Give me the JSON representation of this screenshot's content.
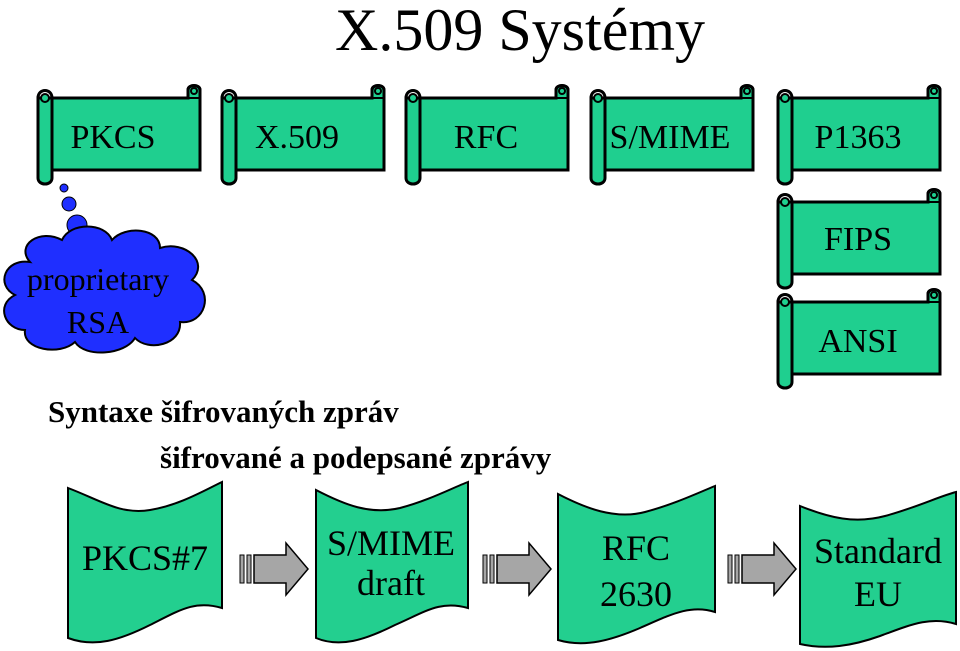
{
  "title": "X.509 Systémy",
  "colors": {
    "scroll_fill": "#1fcf8f",
    "wave_fill": "#23cf8f",
    "cloud_fill": "#1f2fff",
    "arrow_fill": "#a6a6a6",
    "stroke": "#000000"
  },
  "standards": {
    "pkcs": "PKCS",
    "x509": "X.509",
    "rfc": "RFC",
    "smime": "S/MIME",
    "p1363": "P1363",
    "fips": "FIPS",
    "ansi": "ANSI"
  },
  "cloud": {
    "line1": "proprietary",
    "line2": "RSA"
  },
  "subheadings": {
    "line1": "Syntaxe šifrovaných zpráv",
    "line2": "šifrované a podepsané zprávy"
  },
  "flow": {
    "step1": "PKCS#7",
    "step2_line1": "S/MIME",
    "step2_line2": "draft",
    "step3_line1": "RFC",
    "step3_line2": "2630",
    "step4_line1": "Standard",
    "step4_line2": "EU"
  }
}
